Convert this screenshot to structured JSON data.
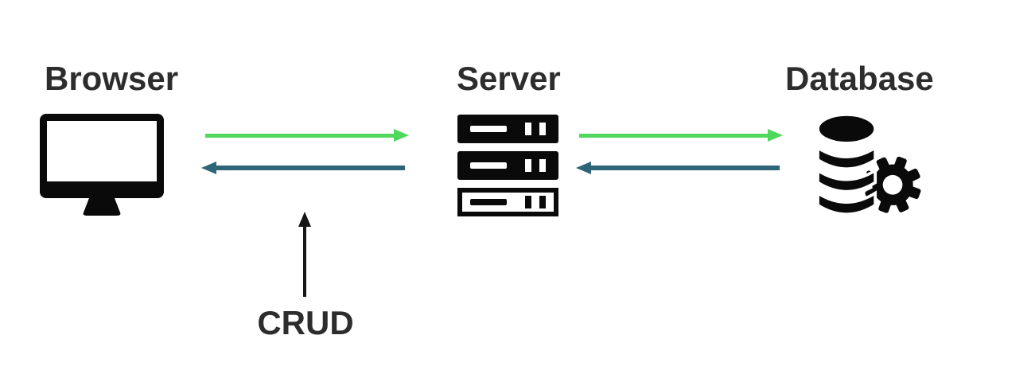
{
  "diagram": {
    "nodes": [
      {
        "id": "browser",
        "label": "Browser",
        "icon": "monitor-icon"
      },
      {
        "id": "server",
        "label": "Server",
        "icon": "server-rack-icon"
      },
      {
        "id": "database",
        "label": "Database",
        "icon": "database-gear-icon"
      }
    ],
    "edges": [
      {
        "from": "browser",
        "to": "server",
        "direction": "right",
        "color": "green"
      },
      {
        "from": "server",
        "to": "browser",
        "direction": "left",
        "color": "teal"
      },
      {
        "from": "server",
        "to": "database",
        "direction": "right",
        "color": "green"
      },
      {
        "from": "database",
        "to": "server",
        "direction": "left",
        "color": "teal"
      }
    ],
    "annotation": {
      "label": "CRUD",
      "arrow_direction": "up"
    }
  },
  "colors": {
    "background": "#ffffff",
    "heading_text": "#2d2d2d",
    "icon": "#0a0a0a",
    "arrow_green": "#4fd95c",
    "arrow_teal": "#2e6577",
    "arrow_black": "#151515"
  }
}
